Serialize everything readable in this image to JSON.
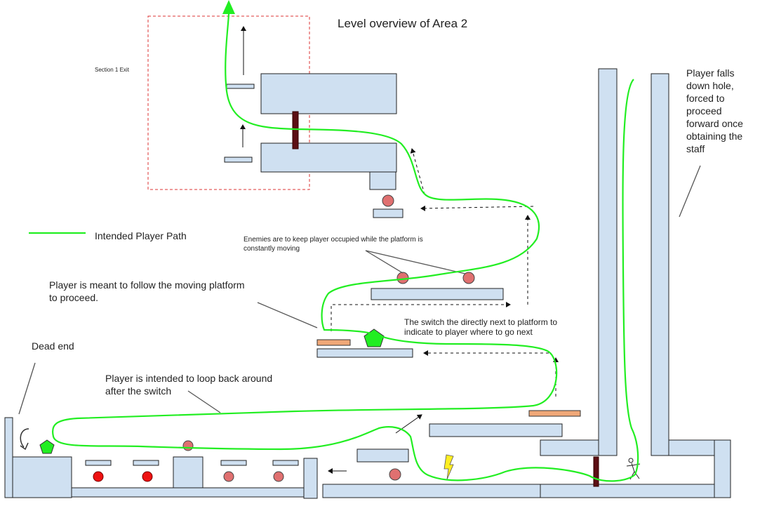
{
  "title": "Level overview of Area 2",
  "legend": {
    "label": "Intended Player Path",
    "color": "#22ee22"
  },
  "labels": {
    "section_exit": "Section 1 Exit",
    "player_falls": [
      "Player falls",
      "down hole,",
      "forced to",
      "proceed",
      "forward once",
      "obtaining the",
      "staff"
    ],
    "enemies_note": [
      "Enemies are to keep player occupied while the platform is",
      "constantly moving"
    ],
    "moving_platform": [
      "Player is meant to follow the moving platform",
      "to proceed."
    ],
    "switch_note": [
      "The switch the directly next to platform to",
      "indicate to player where to go next"
    ],
    "dead_end": "Dead end",
    "loop_back": [
      "Player is intended to loop back around",
      "after the switch"
    ]
  },
  "colors": {
    "platform": "#cfe0f1",
    "door": "#5c0f14",
    "switch": "#f0a878",
    "enemy": "#e07070",
    "enemy_alt": "#ee1111",
    "pickup": "#22ee22",
    "exit_box": "#dd3333",
    "lightning": "#ffee22"
  }
}
